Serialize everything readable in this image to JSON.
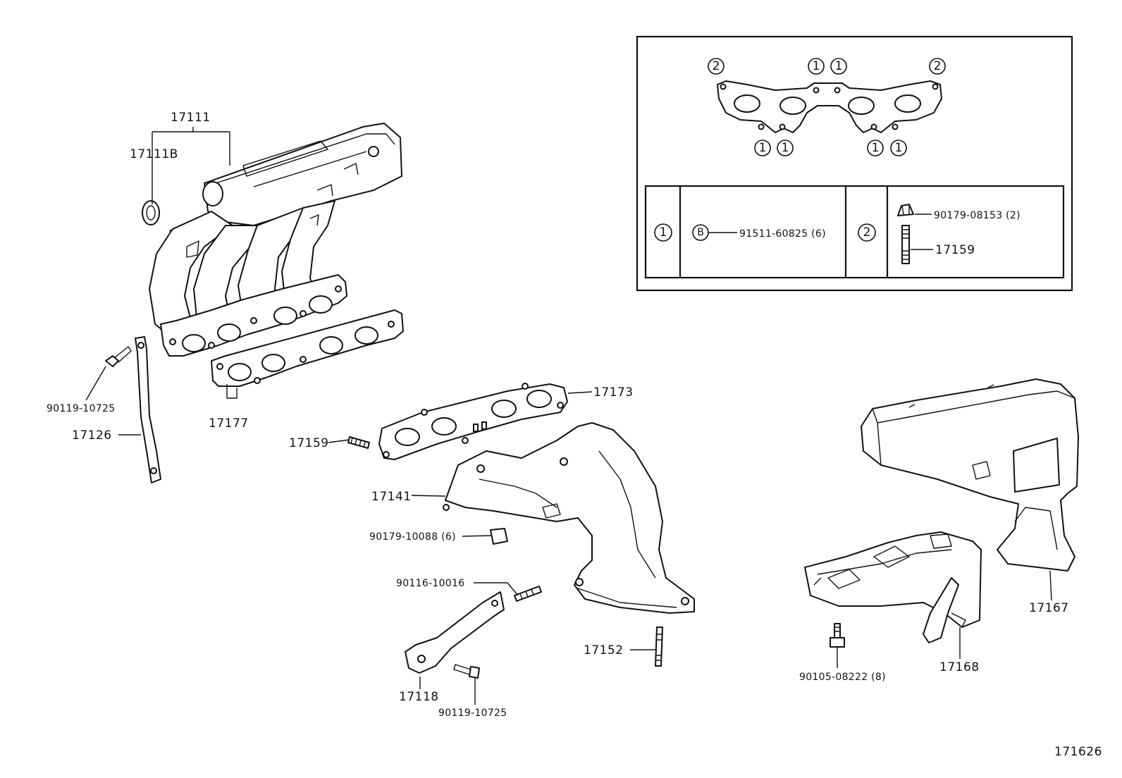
{
  "callouts": {
    "p17111": "17111",
    "p17111B": "17111B",
    "p90119_a": "90119-10725",
    "p17126": "17126",
    "p17177": "17177",
    "p17173": "17173",
    "p17159": "17159",
    "p17141": "17141",
    "p90179_10088": "90179-10088 (6)",
    "p90116": "90116-10016",
    "p17152": "17152",
    "p17118": "17118",
    "p90119_b": "90119-10725",
    "p17167": "17167",
    "p90105": "90105-08222 (8)",
    "p17168": "17168",
    "p171626": "171626"
  },
  "inset": {
    "marks": {
      "one": "1",
      "two": "2",
      "b": "B"
    },
    "table": {
      "row1_part": "91511-60825 (6)",
      "row2_part_a": "90179-08153 (2)",
      "row2_part_b": "17159"
    }
  },
  "colors": {
    "line": "#111111",
    "background": "#ffffff"
  }
}
